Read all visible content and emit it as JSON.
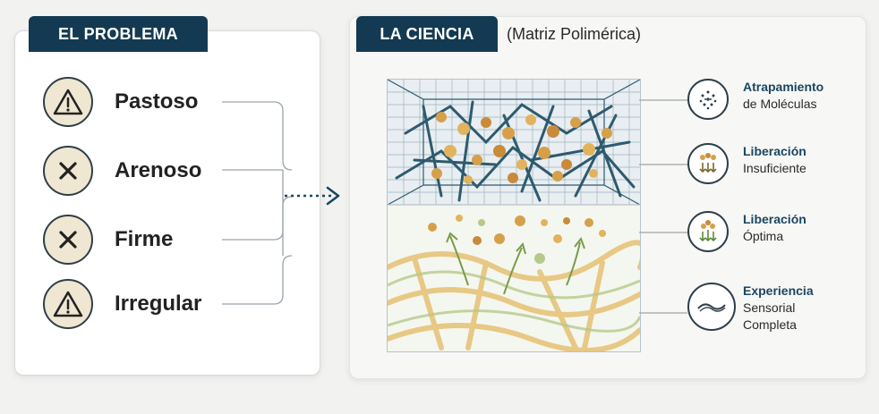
{
  "problem": {
    "tab_label": "EL PROBLEMA",
    "items": [
      {
        "label": "Pastoso",
        "icon": "warning-icon"
      },
      {
        "label": "Arenoso",
        "icon": "close-icon"
      },
      {
        "label": "Firme",
        "icon": "close-icon"
      },
      {
        "label": "Irregular",
        "icon": "warning-icon"
      }
    ]
  },
  "science": {
    "tab_label": "LA CIENCIA",
    "subtitle": "(Matriz Polimérica)",
    "legend": [
      {
        "title": "Atrapamiento",
        "lines": [
          "de Moléculas"
        ],
        "icon": "trapped-molecules-icon"
      },
      {
        "title": "Liberación",
        "lines": [
          "Insuficiente"
        ],
        "icon": "insufficient-release-icon"
      },
      {
        "title": "Liberación",
        "lines": [
          "Óptima"
        ],
        "icon": "optimal-release-icon"
      },
      {
        "title": "Experiencia",
        "lines": [
          "Sensorial",
          "Completa"
        ],
        "icon": "wave-icon"
      }
    ]
  },
  "colors": {
    "navy": "#133a52",
    "icon_bg": "#efe7d2",
    "mesh": "#2d5a6e",
    "fiber": "#e6c47a",
    "molecule": "#d6a04a",
    "green": "#7a9a4a"
  }
}
